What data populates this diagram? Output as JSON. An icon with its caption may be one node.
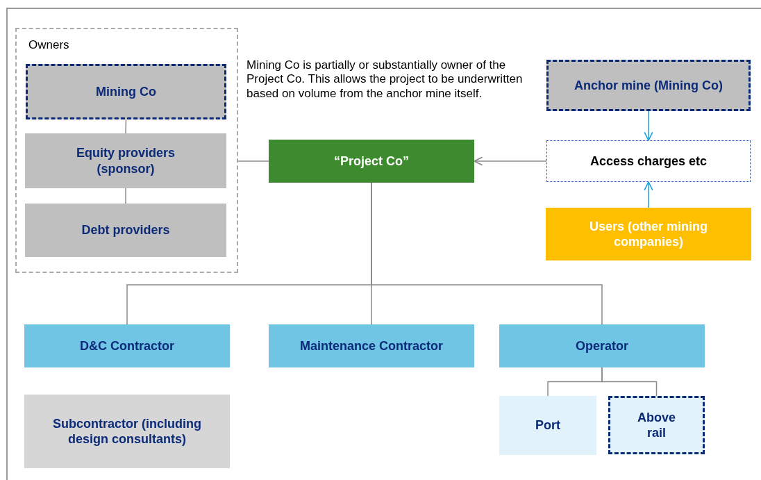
{
  "diagram": {
    "nodes": [
      {
        "text": [
          "Owners"
        ]
      },
      {
        "text": [
          "Mining Co"
        ],
        "in": 0
      },
      {
        "text": [
          "Equity providers (sponsor)"
        ],
        "in": 0
      },
      {
        "text": [
          "Debt providers"
        ],
        "in": 0
      },
      {
        "text": [
          "“Project Co”"
        ]
      },
      {
        "text": [
          "Anchor mine (Mining Co)"
        ]
      },
      {
        "text": [
          "Access charges etc"
        ]
      },
      {
        "text": [
          "Users (other mining companies)"
        ]
      },
      {
        "text": [
          "D&C Contractor"
        ]
      },
      {
        "text": [
          "Maintenance Contractor"
        ]
      },
      {
        "text": [
          "Operator"
        ]
      },
      {
        "text": [
          "Subcontractor (including design consultants)"
        ]
      },
      {
        "text": [
          "Port"
        ]
      },
      {
        "text": [
          "Above rail"
        ]
      }
    ],
    "edges": [
      {
        "from": 1,
        "to": 2,
        "arrow": "none"
      },
      {
        "from": 2,
        "to": 3,
        "arrow": "none"
      },
      {
        "from": 0,
        "to": 4,
        "arrow": "none"
      },
      {
        "from": 6,
        "to": 4,
        "arrow": "to"
      },
      {
        "from": 5,
        "to": 6,
        "arrow": "to",
        "color": "#1aa0dc"
      },
      {
        "from": 7,
        "to": 6,
        "arrow": "to",
        "color": "#1aa0dc"
      },
      {
        "from": 4,
        "to": 8,
        "arrow": "none"
      },
      {
        "from": 4,
        "to": 9,
        "arrow": "none"
      },
      {
        "from": 4,
        "to": 10,
        "arrow": "none"
      },
      {
        "from": 10,
        "to": 12,
        "arrow": "none"
      },
      {
        "from": 10,
        "to": 13,
        "arrow": "none"
      }
    ],
    "labels": [
      "Mining Co is partially or substantially owner of the Project Co.  This allows the project to be underwritten based on volume from the anchor mine itself."
    ]
  }
}
